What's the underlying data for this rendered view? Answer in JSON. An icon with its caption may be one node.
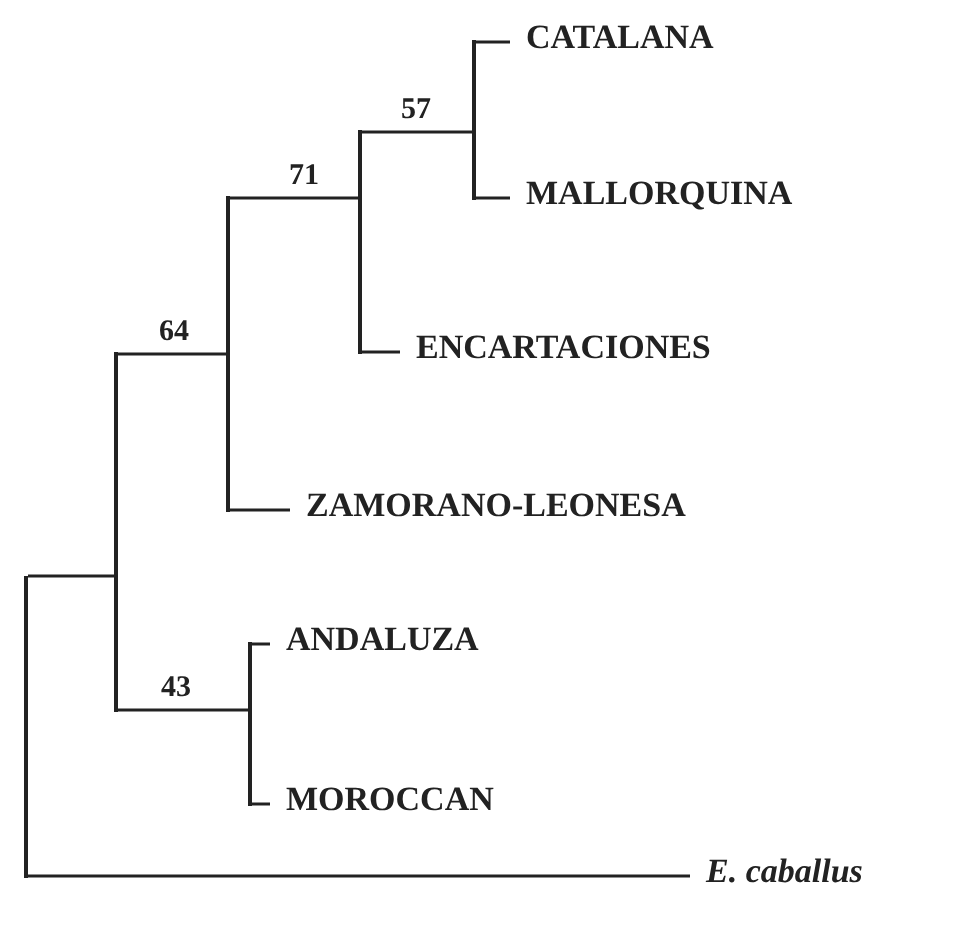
{
  "diagram": {
    "nodes": [
      {
        "text": [],
        "shape": "bar"
      },
      {
        "text": [],
        "shape": "bar"
      },
      {
        "text": [],
        "shape": "bar",
        "beside": [
          "64"
        ]
      },
      {
        "text": [],
        "shape": "bar",
        "beside": [
          "71"
        ]
      },
      {
        "text": [],
        "shape": "bar",
        "beside": [
          "57"
        ]
      },
      {
        "text": [
          "CATALANA"
        ]
      },
      {
        "text": [
          "MALLORQUINA"
        ]
      },
      {
        "text": [
          "ENCARTACIONES"
        ]
      },
      {
        "text": [
          "ZAMORANO-LEONESA"
        ]
      },
      {
        "text": [],
        "shape": "bar",
        "beside": [
          "43"
        ]
      },
      {
        "text": [
          "ANDALUZA"
        ]
      },
      {
        "text": [
          "MOROCCAN"
        ]
      },
      {
        "text": [
          "E. caballus"
        ]
      }
    ],
    "edges": [
      {
        "from": 0,
        "to": 1,
        "arrow": "none"
      },
      {
        "from": 0,
        "to": 12,
        "arrow": "none"
      },
      {
        "from": 1,
        "to": 2,
        "arrow": "none"
      },
      {
        "from": 1,
        "to": 9,
        "arrow": "none"
      },
      {
        "from": 2,
        "to": 3,
        "arrow": "none"
      },
      {
        "from": 2,
        "to": 8,
        "arrow": "none"
      },
      {
        "from": 3,
        "to": 4,
        "arrow": "none"
      },
      {
        "from": 3,
        "to": 7,
        "arrow": "none"
      },
      {
        "from": 4,
        "to": 5,
        "arrow": "none"
      },
      {
        "from": 4,
        "to": 6,
        "arrow": "none"
      },
      {
        "from": 9,
        "to": 10,
        "arrow": "none"
      },
      {
        "from": 9,
        "to": 11,
        "arrow": "none"
      }
    ]
  }
}
